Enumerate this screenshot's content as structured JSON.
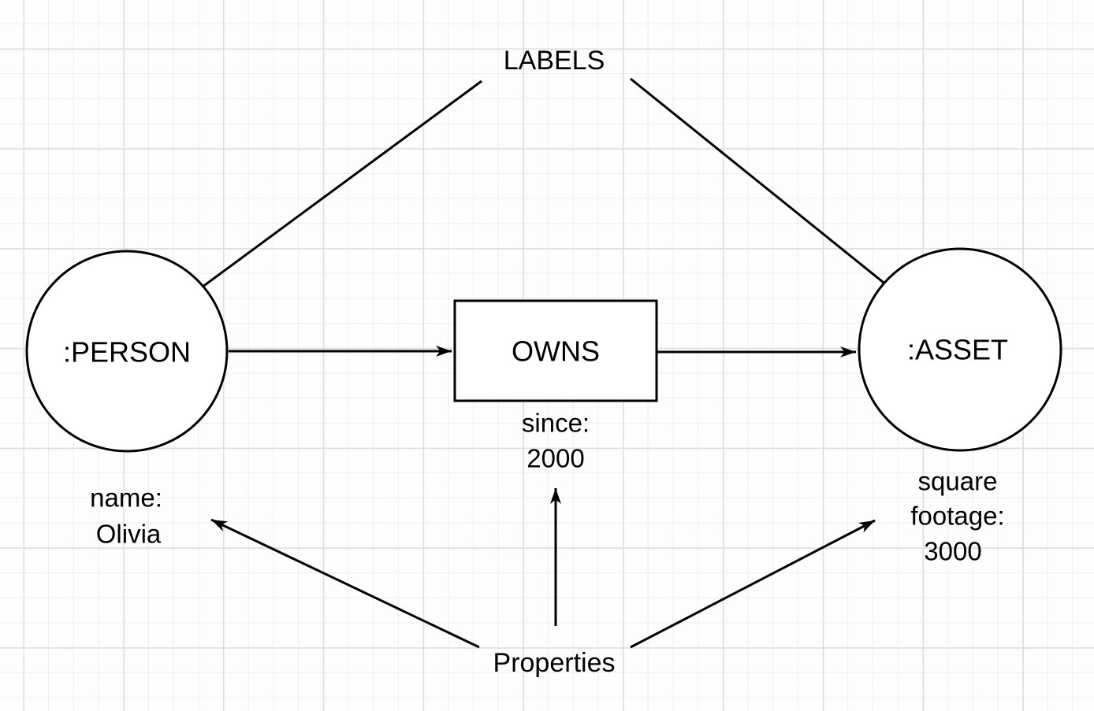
{
  "colors": {
    "stroke": "#000000",
    "text": "#000000",
    "node_fill": "#ffffff",
    "bg": "#fdfdfd",
    "grid_minor": "#ededed",
    "grid_major": "#dedede"
  },
  "annotations": {
    "labels": "LABELS",
    "properties": "Properties"
  },
  "nodes": {
    "person": {
      "label": ":PERSON"
    },
    "asset": {
      "label": ":ASSET"
    }
  },
  "relationship": {
    "label": "OWNS"
  },
  "properties": {
    "person": [
      "name:",
      "Olivia"
    ],
    "relationship": [
      "since:",
      "2000"
    ],
    "asset": [
      "square",
      "footage:",
      "3000"
    ]
  }
}
